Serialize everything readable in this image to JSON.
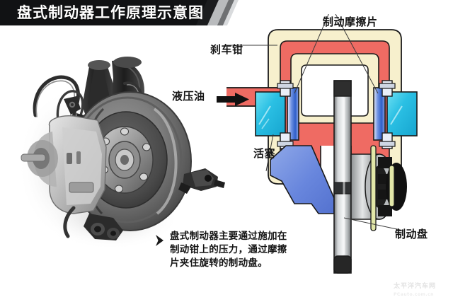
{
  "banner": {
    "title": "盘式制动器工作原理示意图",
    "bg_color": "#111214",
    "text_color": "#ffffff"
  },
  "labels": {
    "friction_pad": "制动摩擦片",
    "caliper": "刹车钳",
    "hydraulic_oil": "液压油",
    "piston": "活塞",
    "brake_disc": "制动盘"
  },
  "caption": {
    "marker": "❯",
    "line1": "盘式制动器主要通过施加在",
    "line2": "制动钳上的压力，通过摩擦",
    "line3": "片夹住旋转的制动盘。"
  },
  "watermark": {
    "line1": "太平洋汽车网",
    "line2": "PCauto.com.cn"
  },
  "colors": {
    "caliper_shell": "#f5eec8",
    "hydraulic_red": "#ef6b63",
    "piston_cyan": "#35c8e8",
    "pad_blue": "#3b6fd4",
    "bracket_blue": "#6b8ede",
    "disc_gray": "#bfc2c4",
    "hub_dark": "#2a2a2a",
    "bolt_olive": "#d8dca0",
    "outline": "#1a1a1a",
    "label_text": "#141414"
  },
  "diagram": {
    "type": "cross-section-schematic",
    "subject": "disc brake operating principle",
    "parts": [
      {
        "name": "brake-caliper",
        "label": "刹车钳",
        "color": "#f5eec8"
      },
      {
        "name": "hydraulic-fluid-channel",
        "label": "液压油",
        "color": "#ef6b63"
      },
      {
        "name": "piston-left",
        "label": "活塞",
        "color": "#35c8e8"
      },
      {
        "name": "piston-right",
        "label": "活塞",
        "color": "#35c8e8"
      },
      {
        "name": "friction-pad-left",
        "label": "制动摩擦片",
        "color": "#3b6fd4"
      },
      {
        "name": "friction-pad-right",
        "label": "制动摩擦片",
        "color": "#3b6fd4"
      },
      {
        "name": "brake-disc",
        "label": "制动盘",
        "color": "#bfc2c4"
      },
      {
        "name": "mounting-bracket",
        "label": "",
        "color": "#6b8ede"
      },
      {
        "name": "wheel-hub",
        "label": "",
        "color": "#2a2a2a"
      }
    ]
  },
  "photo": {
    "alt": "disc brake assembly photograph",
    "subject": "front suspension strut with vented brake rotor, hub and caliper"
  }
}
